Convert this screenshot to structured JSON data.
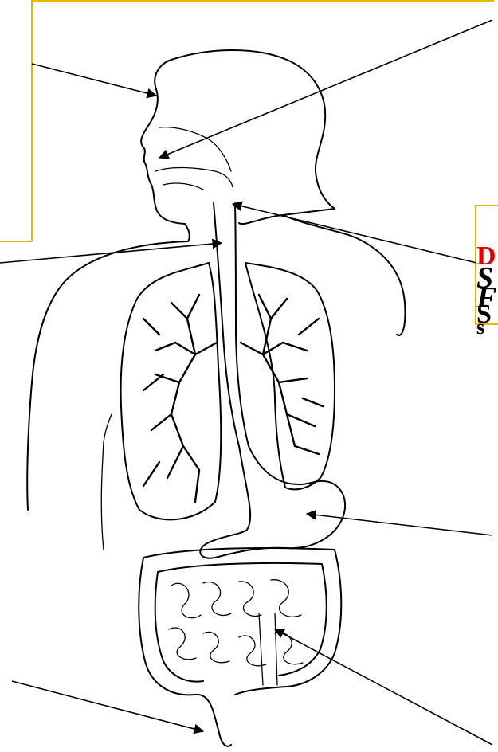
{
  "side_label": {
    "line1": "D",
    "line2": "S",
    "line3": "F",
    "line4": "S",
    "line5": "s"
  },
  "colors": {
    "box_border": "#e6b800",
    "accent_red": "#e00000",
    "ink": "#000000"
  }
}
